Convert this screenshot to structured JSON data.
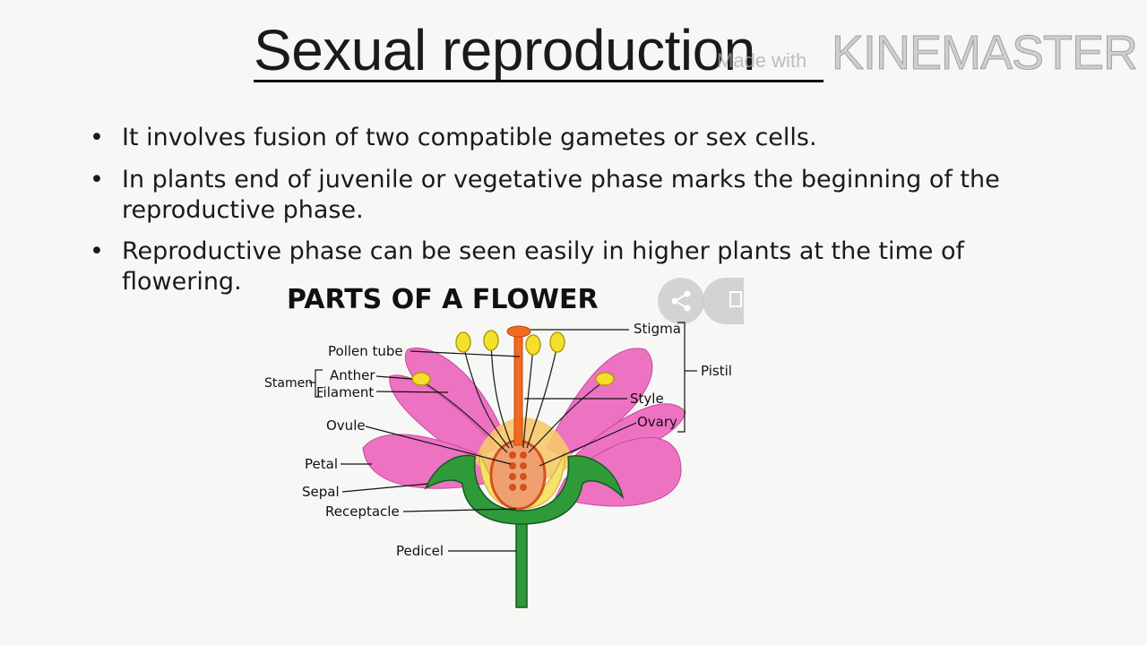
{
  "slide": {
    "title": "Sexual reproduction",
    "bullets": [
      {
        "lines": [
          "It involves fusion of two compatible gametes or sex cells."
        ]
      },
      {
        "lines": [
          "In plants end of juvenile or vegetative phase marks the beginning of the",
          "reproductive phase."
        ]
      },
      {
        "lines": [
          "Reproductive phase can be seen easily in higher plants at the time of",
          "flowering."
        ]
      }
    ],
    "bullet_char": "•"
  },
  "watermark": {
    "small": "Made with",
    "big": "KINEMASTER"
  },
  "diagram": {
    "heading": "PARTS OF A FLOWER",
    "labels": {
      "stigma": "Stigma",
      "pistil": "Pistil",
      "pollen_tube": "Pollen tube",
      "anther": "Anther",
      "stamen": "Stamen",
      "filament": "Filament",
      "style": "Style",
      "ovary": "Ovary",
      "ovule": "Ovule",
      "petal": "Petal",
      "sepal": "Sepal",
      "receptacle": "Receptacle",
      "pedicel": "Pedicel"
    },
    "colors": {
      "petal": "#ee72c2",
      "sepal": "#2f9a3a",
      "stigma_style": "#f06a22",
      "anther": "#f4e02a",
      "ovary": "#f0a070",
      "center_glow": "#f6c86a"
    }
  },
  "overlay": {
    "share_icon": "share-icon",
    "next_icon": "bookmark-icon"
  }
}
